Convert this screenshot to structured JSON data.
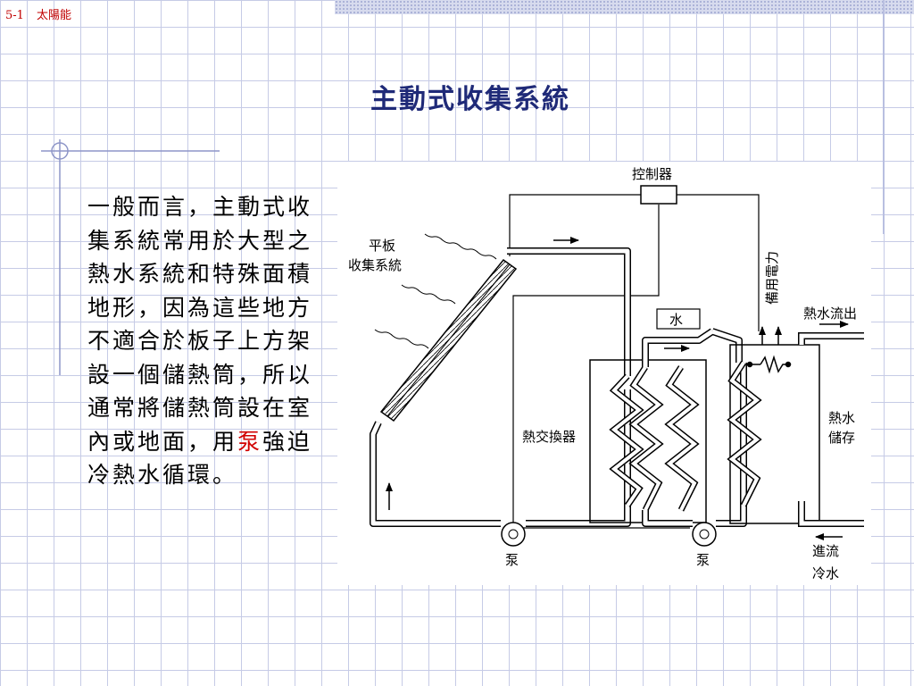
{
  "header": {
    "section_number": "5-1",
    "section_title": "太陽能"
  },
  "slide": {
    "title": "主動式收集系統",
    "body_before": "一般而言，主動式收集系統常用於大型之熱水系統和特殊面積地形，因為這些地方不適合於板子上方架設一個儲熱筒，所以通常將儲熱筒設在室內或地面，用",
    "body_highlight": "泵",
    "body_after": "強迫冷熱水循環。"
  },
  "diagram": {
    "controller": "控制器",
    "collector_line1": "平板",
    "collector_line2": "收集系統",
    "water": "水",
    "backup_power": "備用電力",
    "hot_water_out": "熱水流出",
    "heat_exchanger": "熱交換器",
    "storage_line1": "熱水",
    "storage_line2": "儲存",
    "pump_left": "泵",
    "pump_right": "泵",
    "inflow_line1": "進流",
    "inflow_line2": "冷水"
  },
  "colors": {
    "title": "#1f2a78",
    "header": "#c00000",
    "highlight": "#d10000",
    "grid": "#c6cbe6"
  }
}
